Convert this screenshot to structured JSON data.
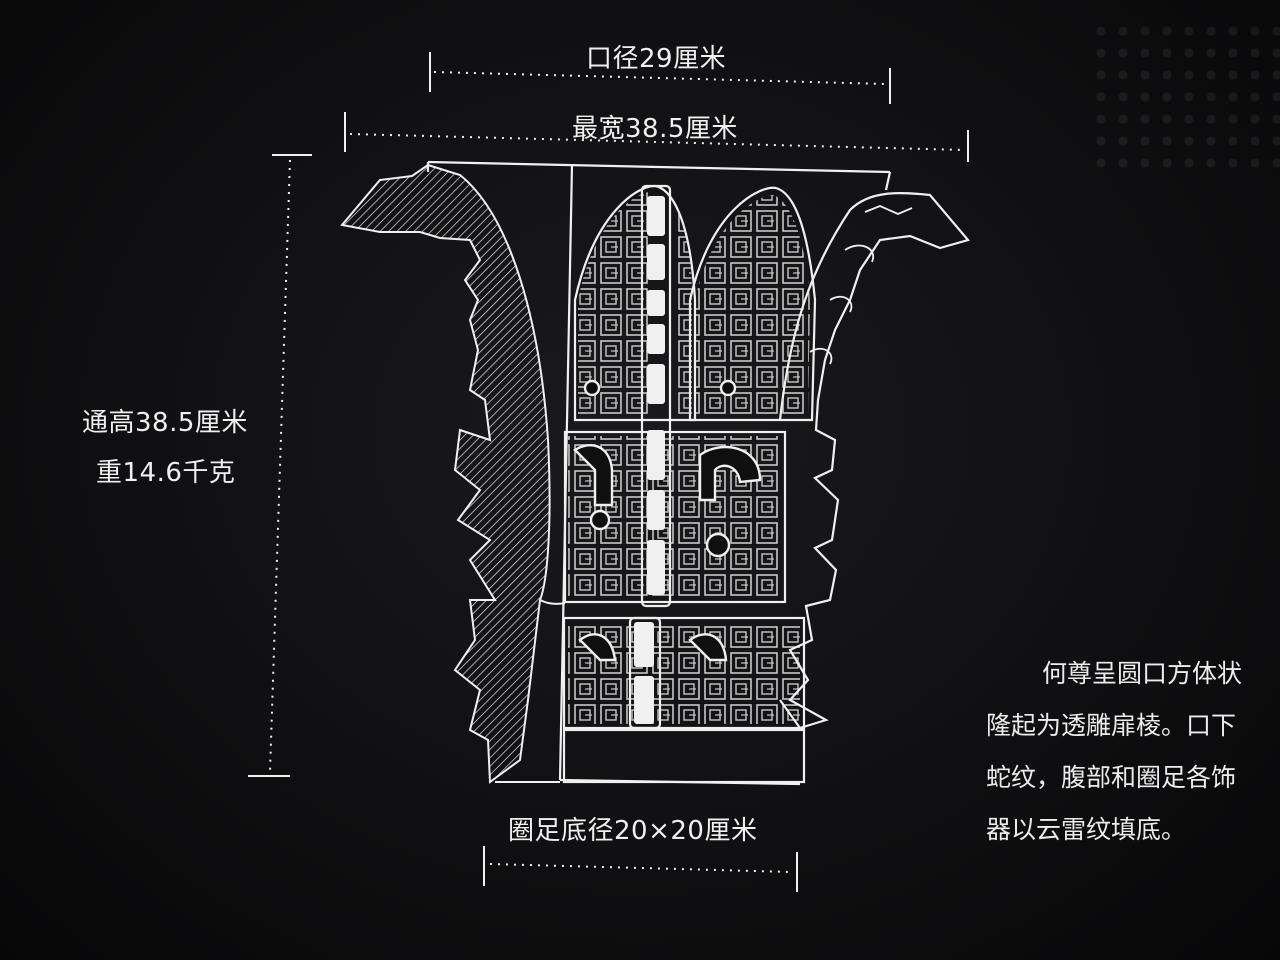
{
  "dimensions": {
    "mouth_diameter": "口径29厘米",
    "widest": "最宽38.5厘米",
    "foot_diameter": "圈足底径20×20厘米",
    "height": "通高38.5厘米",
    "weight": "重14.6千克"
  },
  "description": {
    "lines": [
      "何尊呈圆口方体状",
      "隆起为透雕扉棱。口下",
      "蛇纹，腹部和圈足各饰",
      "器以云雷纹填底。"
    ]
  },
  "colors": {
    "background": "#0c0c0d",
    "line": "#f2f2f2"
  }
}
